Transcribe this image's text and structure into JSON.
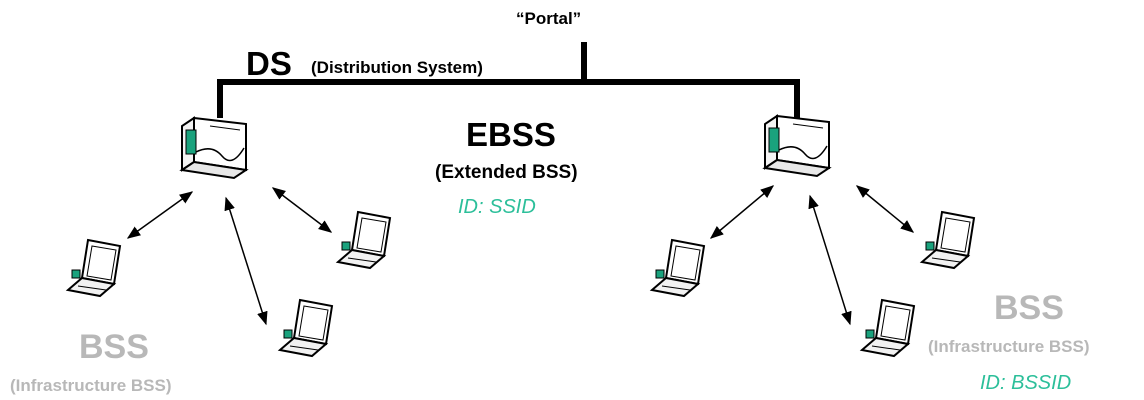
{
  "portal_label": "“Portal”",
  "ds": {
    "title": "DS",
    "subtitle": "(Distribution System)"
  },
  "ebss": {
    "title": "EBSS",
    "subtitle": "(Extended BSS)",
    "id_label": "ID: SSID"
  },
  "bss_left": {
    "title": "BSS",
    "subtitle": "(Infrastructure BSS)"
  },
  "bss_right": {
    "title": "BSS",
    "subtitle": "(Infrastructure BSS)",
    "id_label": "ID: BSSID"
  },
  "colors": {
    "line": "#000000",
    "accent": "#2cbf9a",
    "muted_text": "#b8b8b8",
    "device_green": "#1aa27d"
  },
  "icons": {
    "access_point": "access-point-icon",
    "laptop": "laptop-icon",
    "arrow": "double-arrow"
  }
}
